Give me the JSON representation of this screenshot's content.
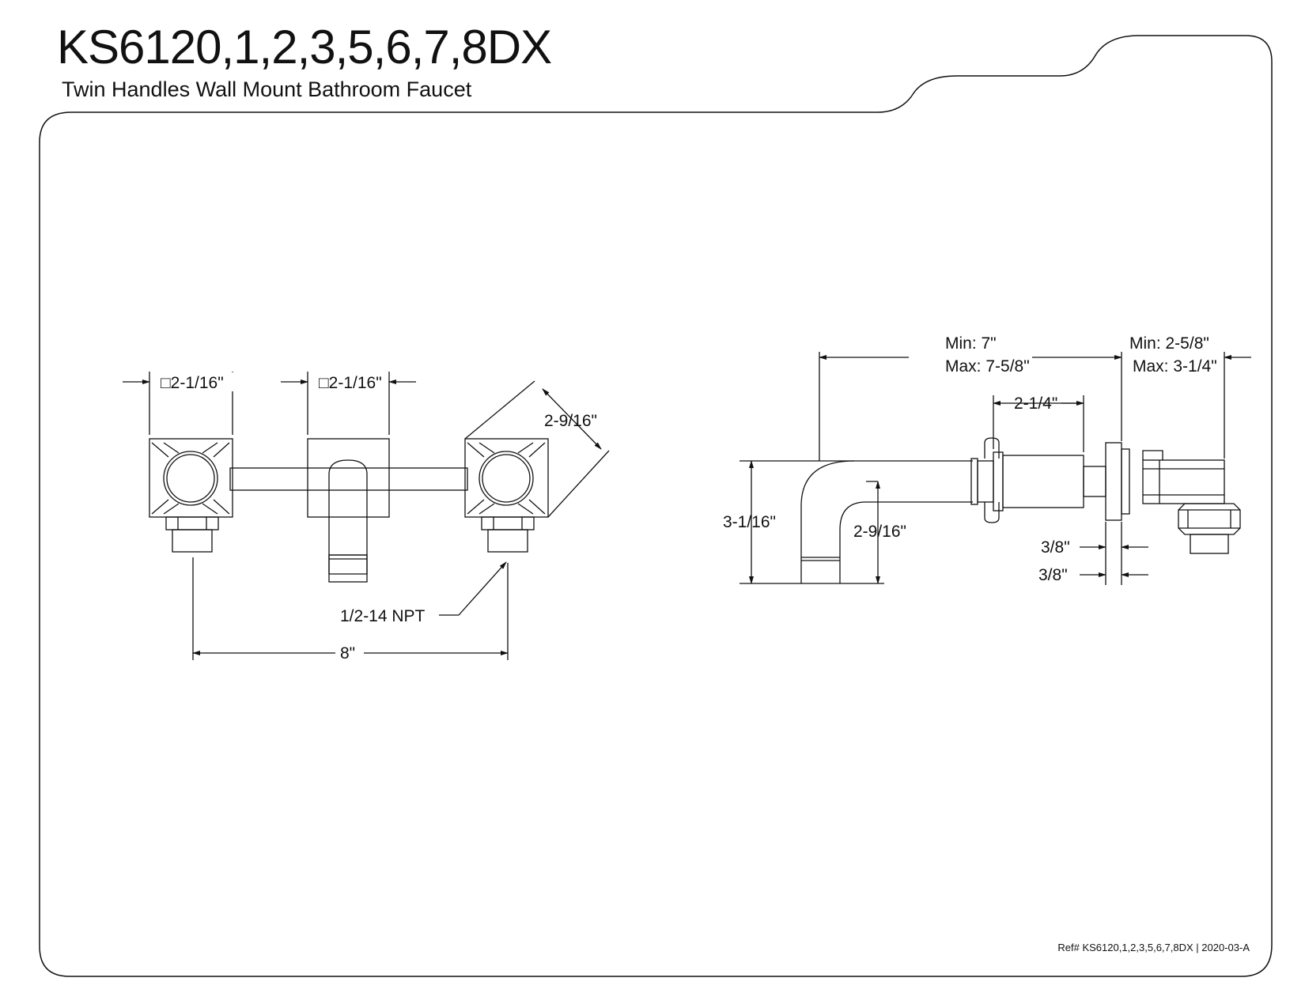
{
  "header": {
    "model": "KS6120,1,2,3,5,6,7,8DX",
    "description": "Twin Handles Wall Mount Bathroom Faucet"
  },
  "front_view": {
    "handle_square": "□2-1/16\"",
    "spout_square": "□2-1/16\"",
    "handle_diagonal": "2-9/16\"",
    "thread": "1/2-14 NPT",
    "center_spacing": "8\""
  },
  "side_view": {
    "spout_reach_min": "Min: 7\"",
    "spout_reach_max": "Max: 7-5/8\"",
    "wall_depth_min": "Min: 2-5/8\"",
    "wall_depth_max": "Max: 3-1/4\"",
    "handle_to_flange": "2-1/4\"",
    "spout_height": "3-1/16\"",
    "spout_drop": "2-9/16\"",
    "flange_a": "3/8\"",
    "flange_b": "3/8\""
  },
  "footer": {
    "reference": "Ref# KS6120,1,2,3,5,6,7,8DX | 2020-03-A"
  },
  "colors": {
    "line": "#111111",
    "background": "#ffffff"
  }
}
